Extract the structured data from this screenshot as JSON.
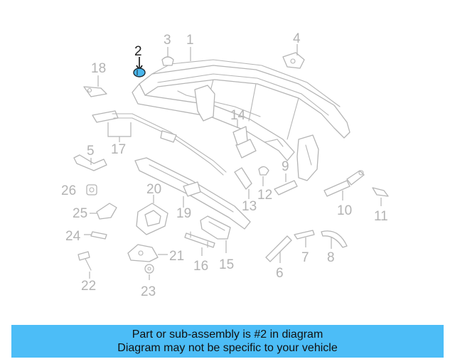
{
  "diagram": {
    "highlighted_part": "2",
    "highlight_color": "#49b6ec",
    "part_numbers": [
      "1",
      "2",
      "3",
      "4",
      "5",
      "6",
      "7",
      "8",
      "9",
      "10",
      "11",
      "12",
      "13",
      "14",
      "15",
      "16",
      "17",
      "18",
      "19",
      "20",
      "21",
      "22",
      "23",
      "24",
      "25",
      "26"
    ]
  },
  "banner": {
    "line1": "Part or sub-assembly is #2 in diagram",
    "line2": "Diagram may not be specific to your vehicle",
    "background": "#4cbdf7"
  }
}
